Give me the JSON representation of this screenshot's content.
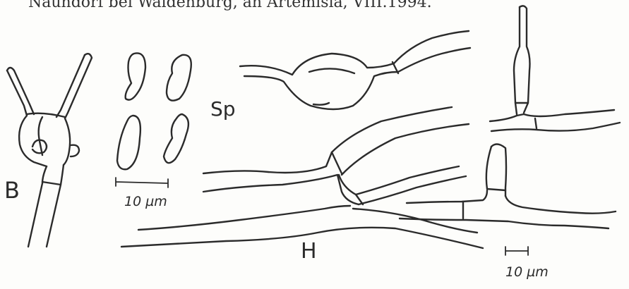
{
  "caption_fragment": "Naundorf bei Waldenburg, an Artemisia, VIII.1994.",
  "labels": {
    "basidium": "B",
    "spores": "Sp",
    "hyphae": "H"
  },
  "scale_bars": {
    "spores": "10 µm",
    "hyphae": "10 µm"
  },
  "ink_color": "#2b2b2b",
  "background_color": "#fdfdfb"
}
